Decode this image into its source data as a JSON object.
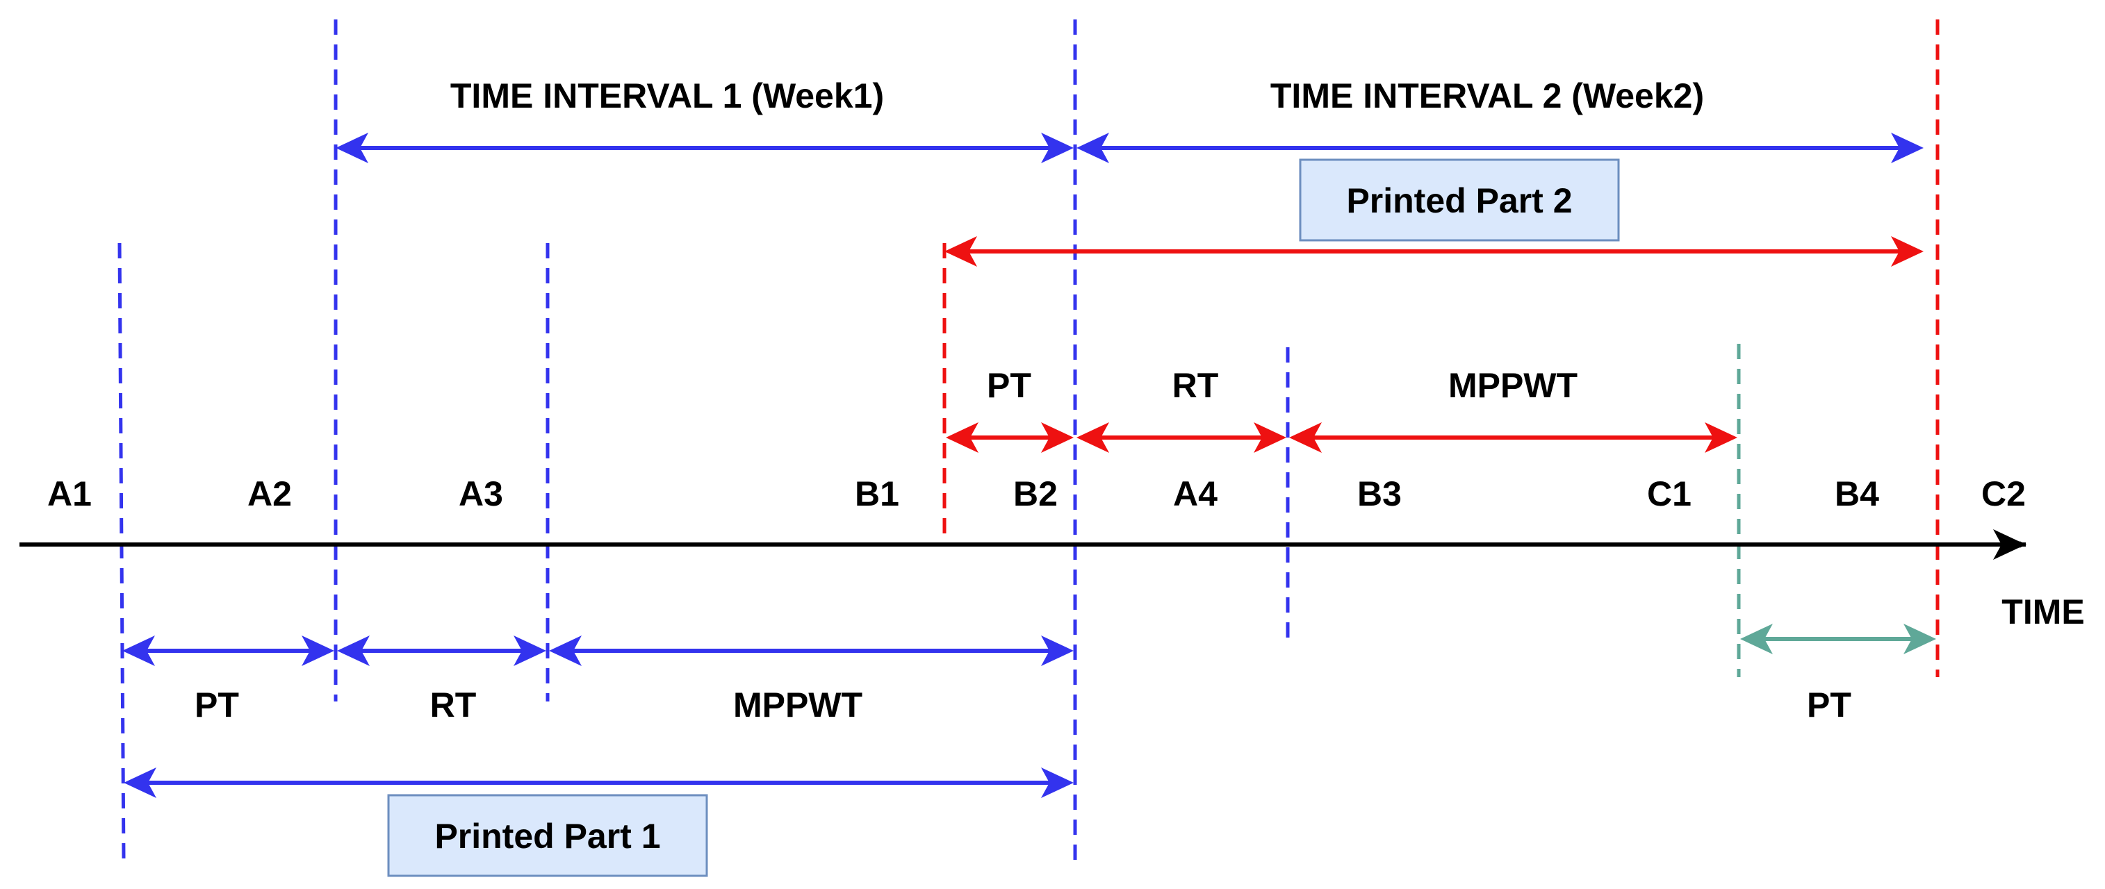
{
  "intervals": {
    "interval1": "TIME INTERVAL 1 (Week1)",
    "interval2": "TIME INTERVAL 2 (Week2)"
  },
  "boxes": {
    "part1": "Printed Part 1",
    "part2": "Printed Part 2"
  },
  "axis": {
    "time_label": "TIME",
    "events": [
      "A1",
      "A2",
      "A3",
      "B1",
      "B2",
      "A4",
      "B3",
      "C1",
      "B4",
      "C2"
    ]
  },
  "segments": {
    "part1": {
      "pt": "PT",
      "rt": "RT",
      "mppwt": "MPPWT"
    },
    "part2": {
      "pt": "PT",
      "rt": "RT",
      "mppwt": "MPPWT"
    },
    "part3": {
      "pt": "PT"
    }
  },
  "colors": {
    "blue": "#3333ee",
    "red": "#ee1111",
    "teal": "#5fa898",
    "axis": "#000000",
    "box_fill": "#dae8fc",
    "box_stroke": "#6c8ebf"
  }
}
